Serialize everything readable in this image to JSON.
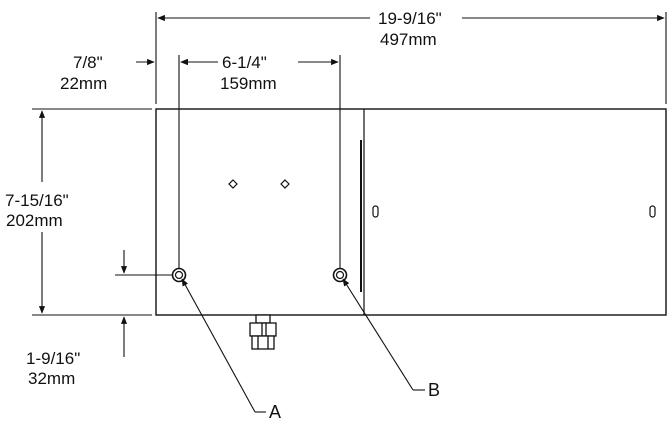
{
  "dimensions": {
    "overall_width": {
      "imperial": "19-9/16\"",
      "metric": "497mm"
    },
    "left_offset": {
      "imperial": "7/8\"",
      "metric": "22mm"
    },
    "hole_spacing": {
      "imperial": "6-1/4\"",
      "metric": "159mm"
    },
    "height": {
      "imperial": "7-15/16\"",
      "metric": "202mm"
    },
    "bottom_offset": {
      "imperial": "1-9/16\"",
      "metric": "32mm"
    }
  },
  "callouts": {
    "a": "A",
    "b": "B"
  },
  "colors": {
    "line": "#111111",
    "background": "#ffffff"
  }
}
